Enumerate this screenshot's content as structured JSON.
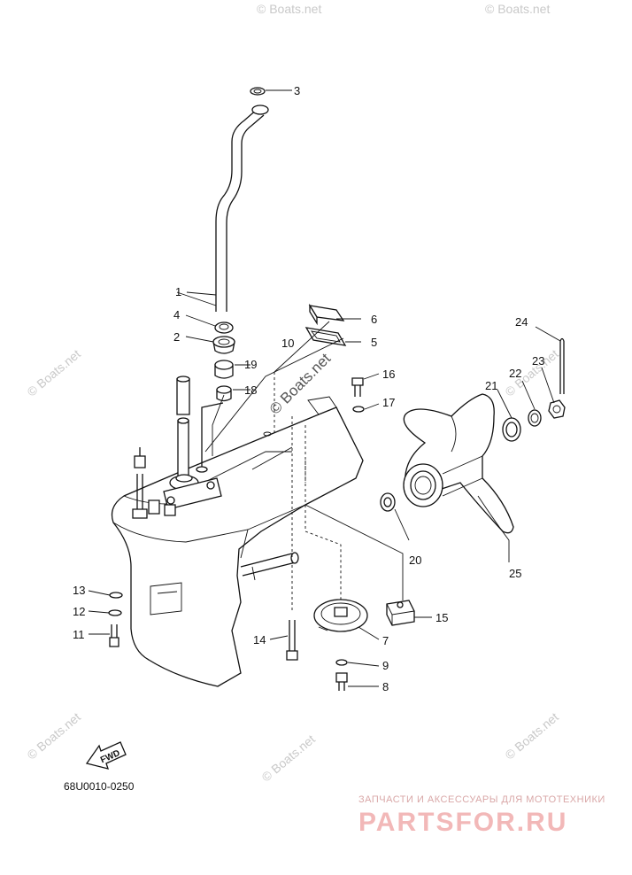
{
  "watermark": "© Boats.net",
  "diagram_code": "68U0010-0250",
  "fwd_label": "FWD",
  "brand": {
    "tagline": "ЗАПЧАСТИ И АКСЕССУАРЫ ДЛЯ МОТОТЕХНИКИ",
    "name": "PARTSFOR.RU"
  },
  "callouts": [
    "1",
    "2",
    "3",
    "4",
    "5",
    "6",
    "7",
    "8",
    "9",
    "10",
    "11",
    "12",
    "13",
    "14",
    "15",
    "16",
    "17",
    "18",
    "19",
    "20",
    "21",
    "22",
    "23",
    "24",
    "25"
  ]
}
